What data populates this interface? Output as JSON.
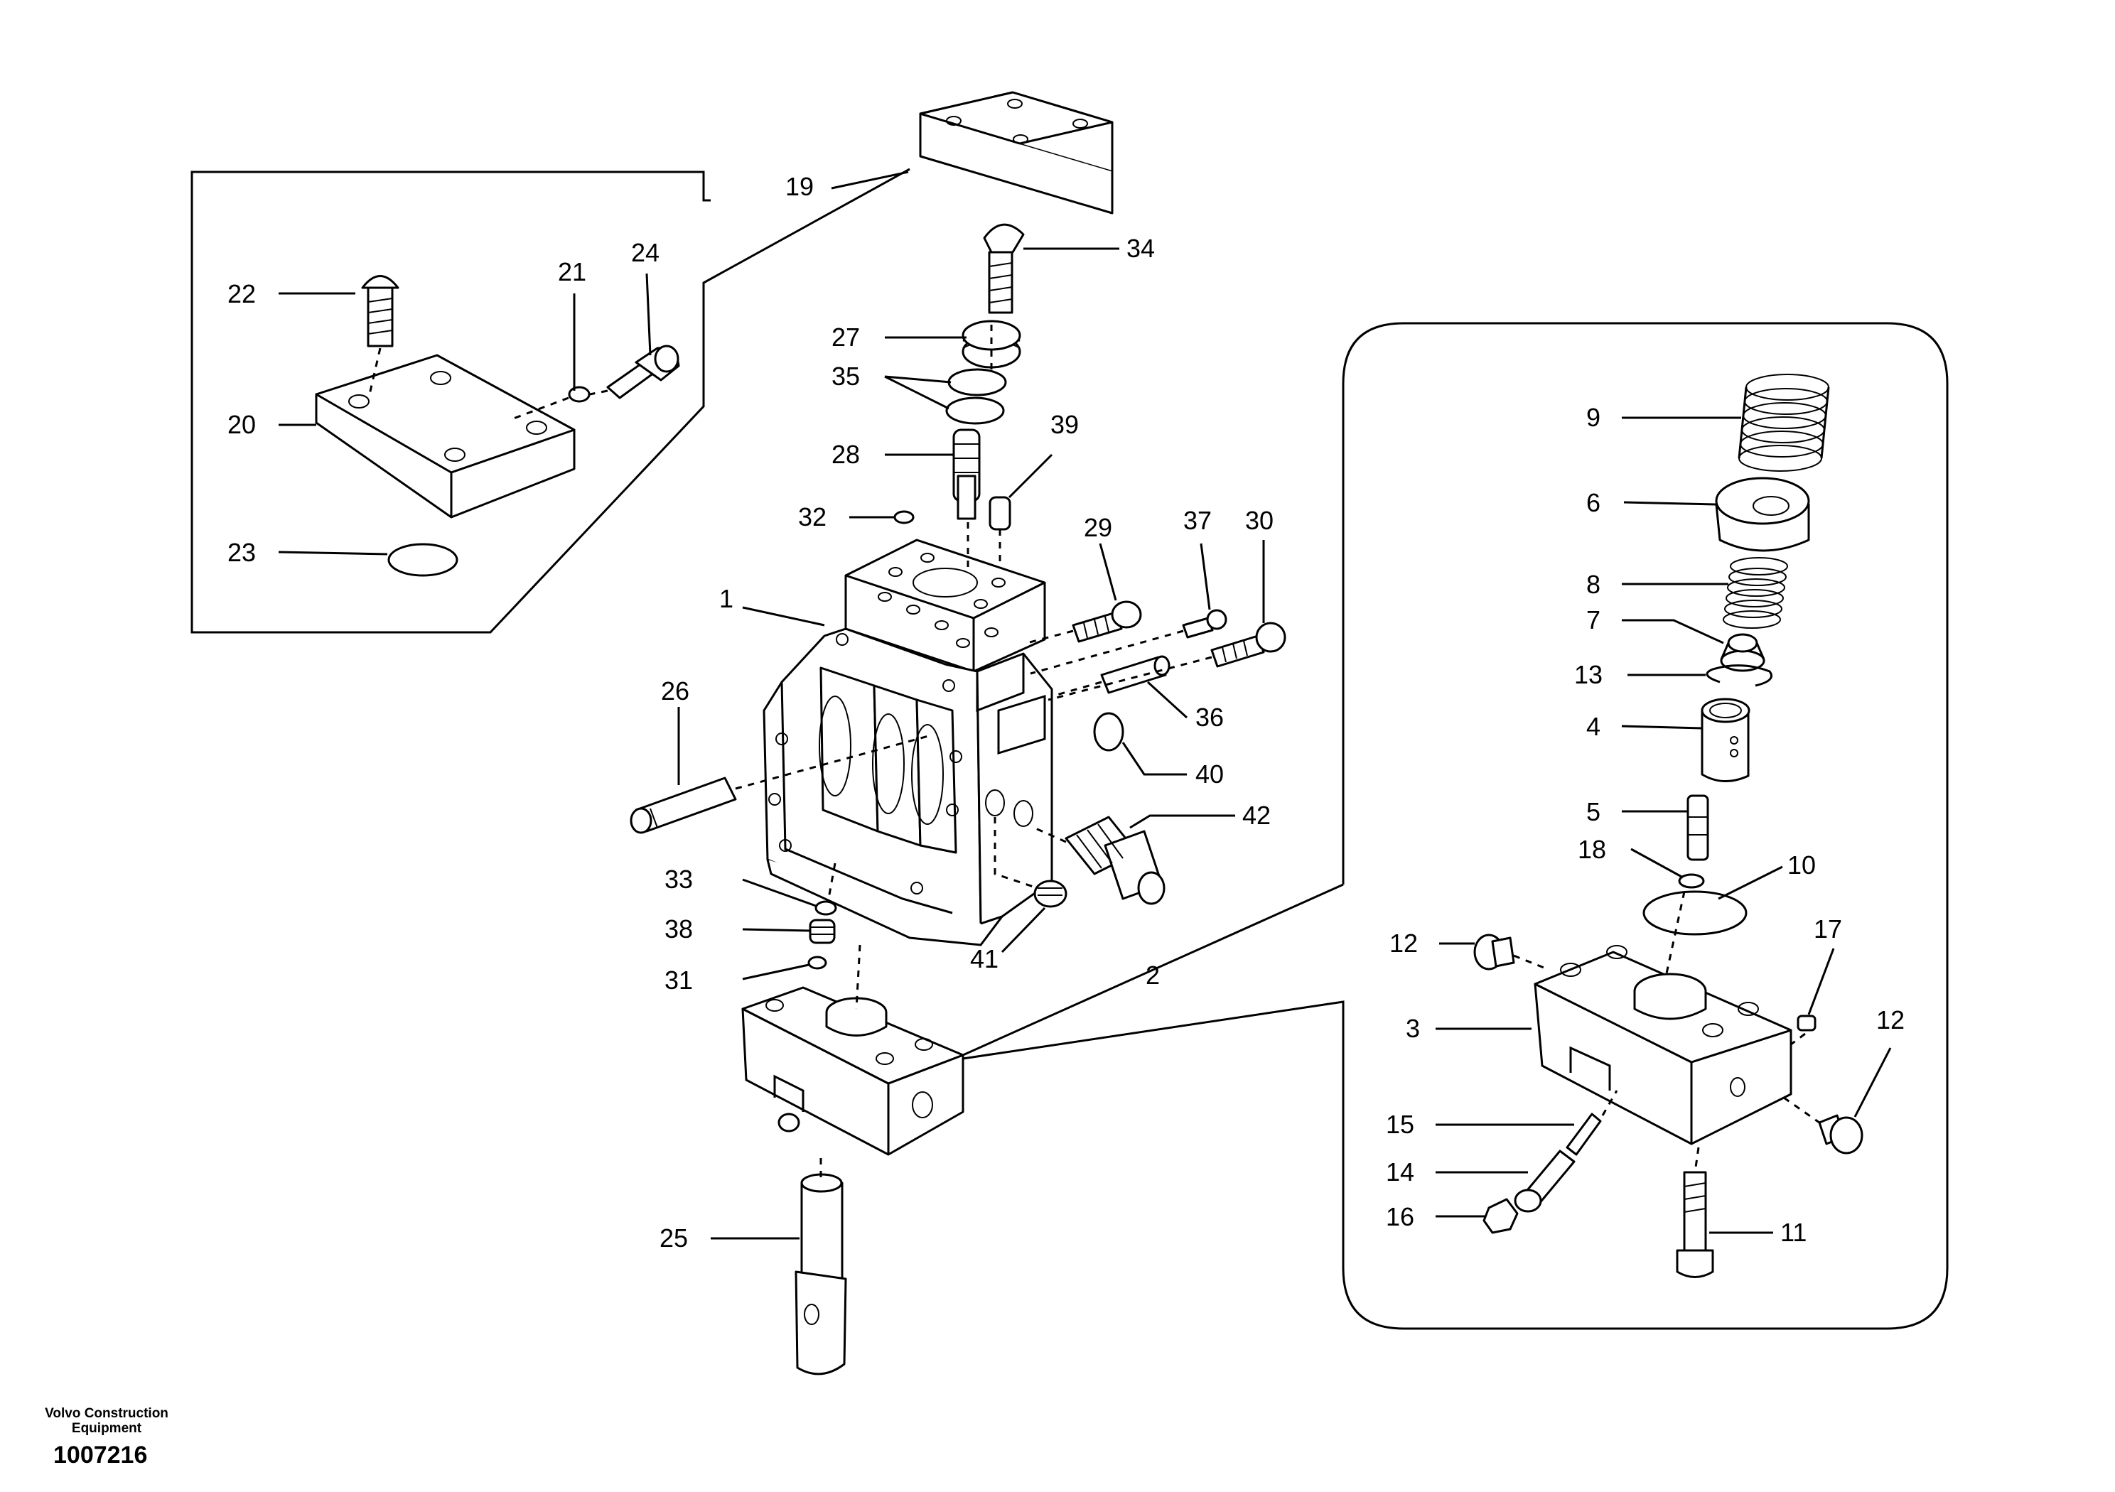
{
  "labels": {
    "p1": "1",
    "p2": "2",
    "p3": "3",
    "p4": "4",
    "p5": "5",
    "p6": "6",
    "p7": "7",
    "p8": "8",
    "p9": "9",
    "p10": "10",
    "p11": "11",
    "p12a": "12",
    "p12b": "12",
    "p13": "13",
    "p14": "14",
    "p15": "15",
    "p16": "16",
    "p17": "17",
    "p18": "18",
    "p19": "19",
    "p20": "20",
    "p21": "21",
    "p22": "22",
    "p23": "23",
    "p24": "24",
    "p25": "25",
    "p26": "26",
    "p27": "27",
    "p28": "28",
    "p29": "29",
    "p30": "30",
    "p31": "31",
    "p32": "32",
    "p33": "33",
    "p34": "34",
    "p35": "35",
    "p36": "36",
    "p37": "37",
    "p38": "38",
    "p39": "39",
    "p40": "40",
    "p41": "41",
    "p42": "42"
  },
  "credit": {
    "line1": "Volvo Construction",
    "line2": "Equipment",
    "drawing_number": "1007216"
  }
}
